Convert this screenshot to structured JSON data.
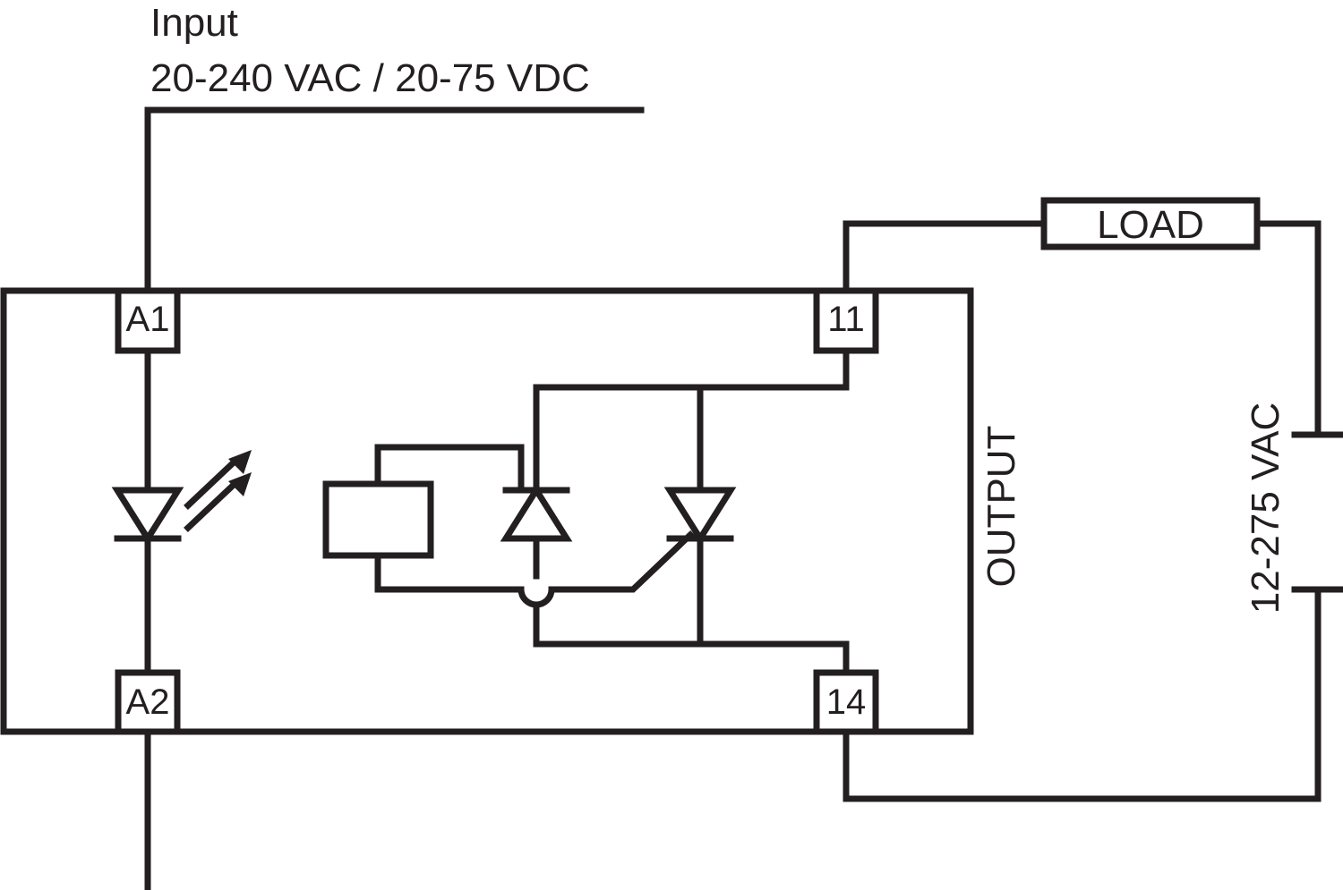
{
  "input": {
    "title": "Input",
    "range": "20-240 VAC / 20-75 VDC"
  },
  "terminals": {
    "a1": "A1",
    "a2": "A2",
    "t11": "11",
    "t14": "14"
  },
  "load": "LOAD",
  "output_label": "OUTPUT",
  "supply_label": "12-275 VAC",
  "icons": {
    "led": "led-diode-icon",
    "light": "light-emission-arrows-icon",
    "trigger": "trigger-circuit-icon",
    "thyristor_left": "thyristor-icon",
    "thyristor_right": "thyristor-icon",
    "supply": "ac-supply-icon"
  },
  "colors": {
    "ink": "#231f20",
    "background": "#ffffff"
  }
}
